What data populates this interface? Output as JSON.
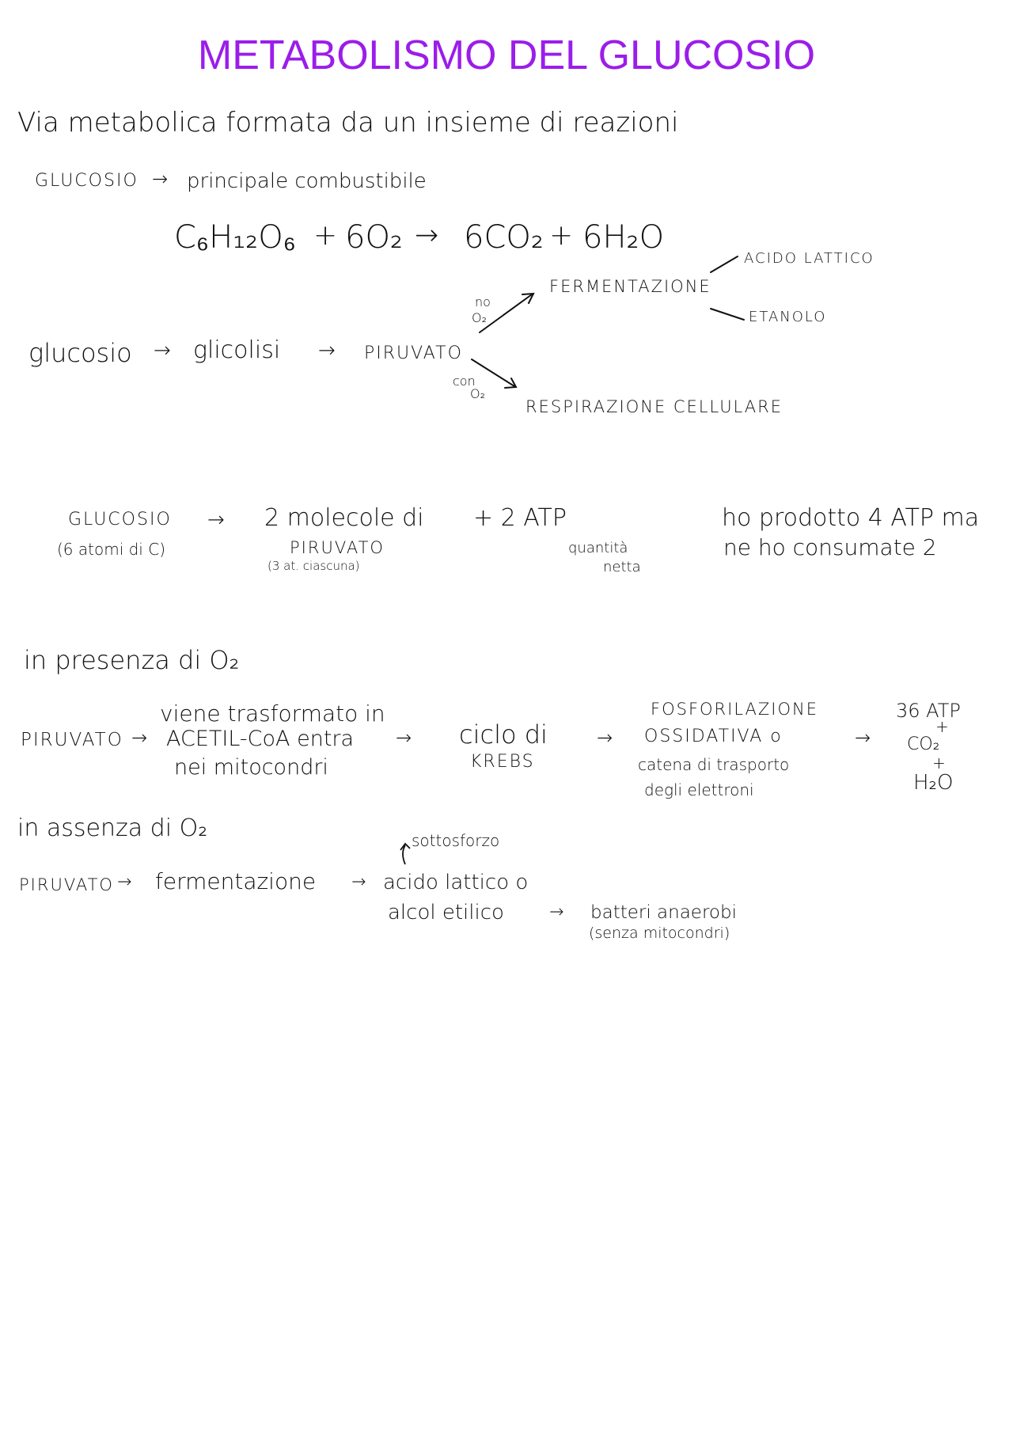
{
  "title": "METABOLISMO DEL GLUCOSIO",
  "intro": "Via metabolica formata da un insieme di reazioni",
  "glucose_def": {
    "subject": "GLUCOSIO",
    "arrow": "→",
    "text": "principale combustibile"
  },
  "equation": {
    "reactant1": "C₆H₁₂O₆",
    "plus1": "+",
    "reactant2": "6O₂",
    "arrow": "→",
    "product1": "6CO₂",
    "plus2": "+",
    "product2": "6H₂O"
  },
  "pathway": {
    "start": "glucosio",
    "arrow1": "→",
    "step": "glicolisi",
    "arrow2": "→",
    "product": "PIRUVATO",
    "no_o2": [
      "no",
      "O₂"
    ],
    "with_o2": [
      "con",
      "O₂"
    ],
    "fermentation": "FERMENTAZIONE",
    "lactic": "ACIDO LATTICO",
    "ethanol": "ETANOLO",
    "respiration": "RESPIRAZIONE CELLULARE"
  },
  "atp_line": {
    "glucose": "GLUCOSIO",
    "glucose_note": "(6 atomi di C)",
    "arrow": "→",
    "molecules": "2 molecole di",
    "pyruvate": "PIRUVATO",
    "pyruvate_note": "(3 at. ciascuna)",
    "atp": "+ 2 ATP",
    "net_label_1": "quantità",
    "net_label_2": "netta",
    "note_1": "ho prodotto 4 ATP ma",
    "note_2": "ne ho consumate 2"
  },
  "with_oxygen": {
    "heading": "in presenza di O₂",
    "start": "PIRUVATO",
    "arrow1": "→",
    "transform_1": "viene trasformato in",
    "transform_2": "ACETIL-CoA entra",
    "transform_3": "nei mitocondri",
    "arrow2": "→",
    "krebs_1": "ciclo di",
    "krebs_2": "KREBS",
    "arrow3": "→",
    "phos_1": "FOSFORILAZIONE",
    "phos_2": "OSSIDATIVA o",
    "phos_3": "catena di trasporto",
    "phos_4": "degli elettroni",
    "arrow4": "→",
    "result_1": "36 ATP",
    "result_plus1": "+",
    "result_2": "CO₂",
    "result_plus2": "+",
    "result_3": "H₂O"
  },
  "without_oxygen": {
    "heading": "in assenza di O₂",
    "note": "sottosforzo",
    "start": "PIRUVATO",
    "arrow1": "→",
    "step": "fermentazione",
    "arrow2": "→",
    "product_1": "acido lattico o",
    "product_2": "alcol etilico",
    "arrow3": "→",
    "bacteria_1": "batteri anaerobi",
    "bacteria_2": "(senza mitocondri)"
  }
}
